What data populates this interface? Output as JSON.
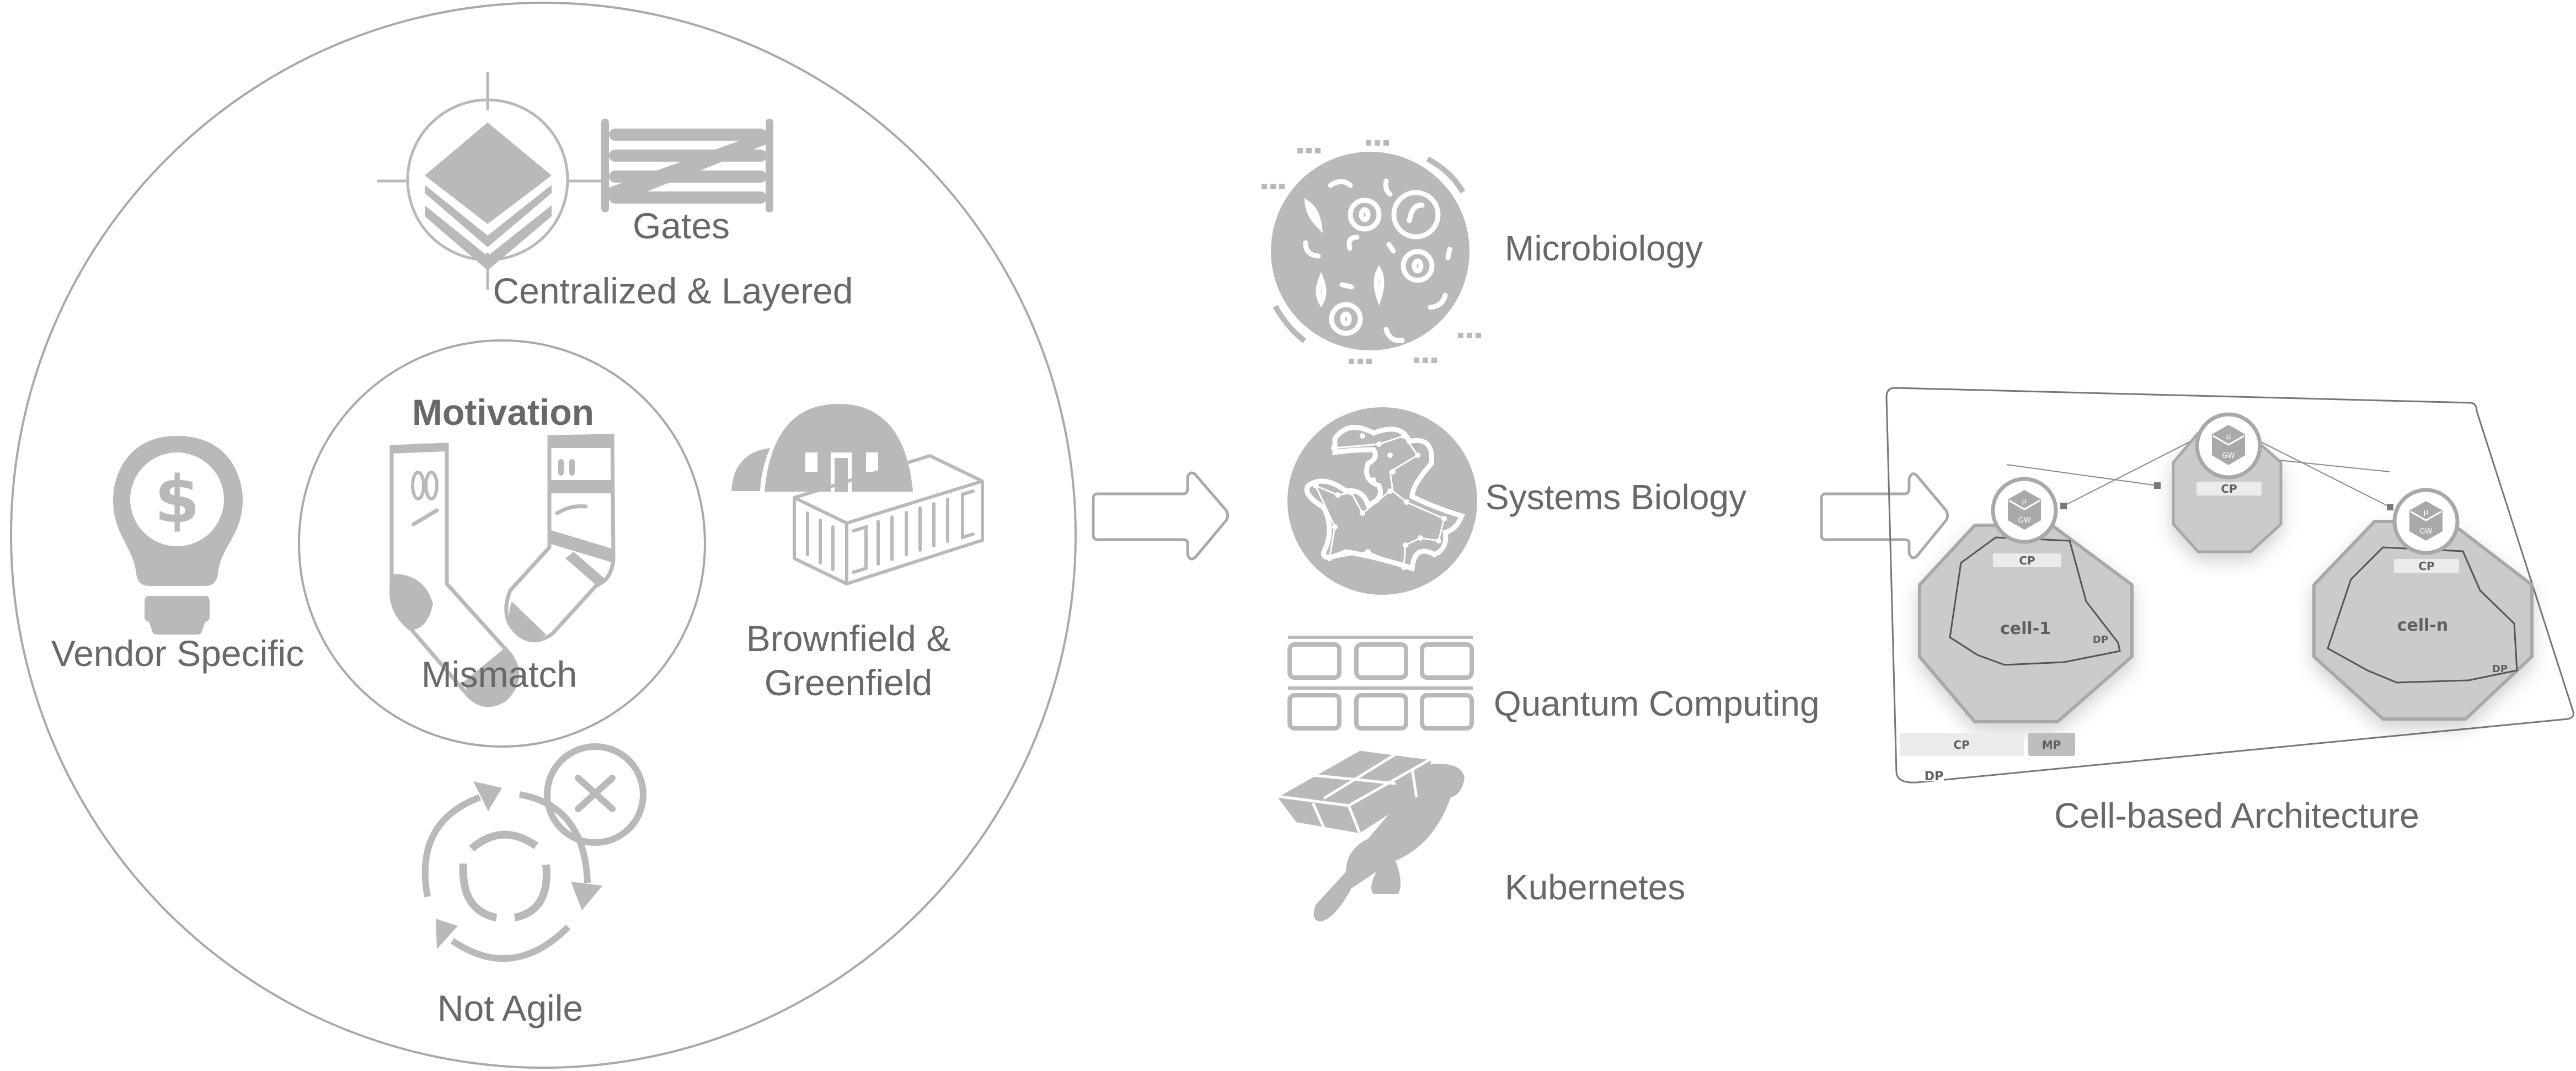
{
  "motivation": {
    "title": "Motivation",
    "center_item": {
      "label": "Mismatch",
      "icon": "mismatched-socks-icon"
    },
    "items": [
      {
        "id": "centralized",
        "label": "Centralized & Layered",
        "icon": "layers-target-icon"
      },
      {
        "id": "gates",
        "label": "Gates",
        "icon": "gate-icon"
      },
      {
        "id": "vendor",
        "label": "Vendor Specific",
        "icon": "lightbulb-dollar-icon"
      },
      {
        "id": "brownfield",
        "label_line1": "Brownfield &",
        "label_line2": "Greenfield",
        "icon": "quonset-hut-container-icon"
      },
      {
        "id": "notagile",
        "label": "Not Agile",
        "icon": "cycle-x-icon"
      }
    ]
  },
  "inspirations": {
    "items": [
      {
        "label": "Microbiology",
        "icon": "microbes-icon"
      },
      {
        "label": "Systems Biology",
        "icon": "network-blob-icon"
      },
      {
        "label": "Quantum Computing",
        "icon": "qubit-grid-icon"
      },
      {
        "label": "Kubernetes",
        "icon": "person-carrying-boxes-icon"
      }
    ]
  },
  "architecture": {
    "caption": "Cell-based Architecture",
    "gateway": {
      "top": "μ",
      "bottom": "GW"
    },
    "cells": [
      {
        "name": "cell-1",
        "cp": "CP",
        "dp": "DP"
      },
      {
        "name": "cell-n",
        "cp": "CP",
        "dp": "DP"
      }
    ],
    "hub": {
      "cp": "CP"
    },
    "legend": {
      "cp": "CP",
      "mp": "MP",
      "dp": "DP"
    }
  },
  "colors": {
    "icon_gray": "#b8b9b8",
    "text_gray": "#686868",
    "cell_fill": "#cbcbcb",
    "cell_border": "#a8a8a8",
    "cp_bar": "#ebebeb",
    "mp_bar": "#bdbdbd"
  }
}
